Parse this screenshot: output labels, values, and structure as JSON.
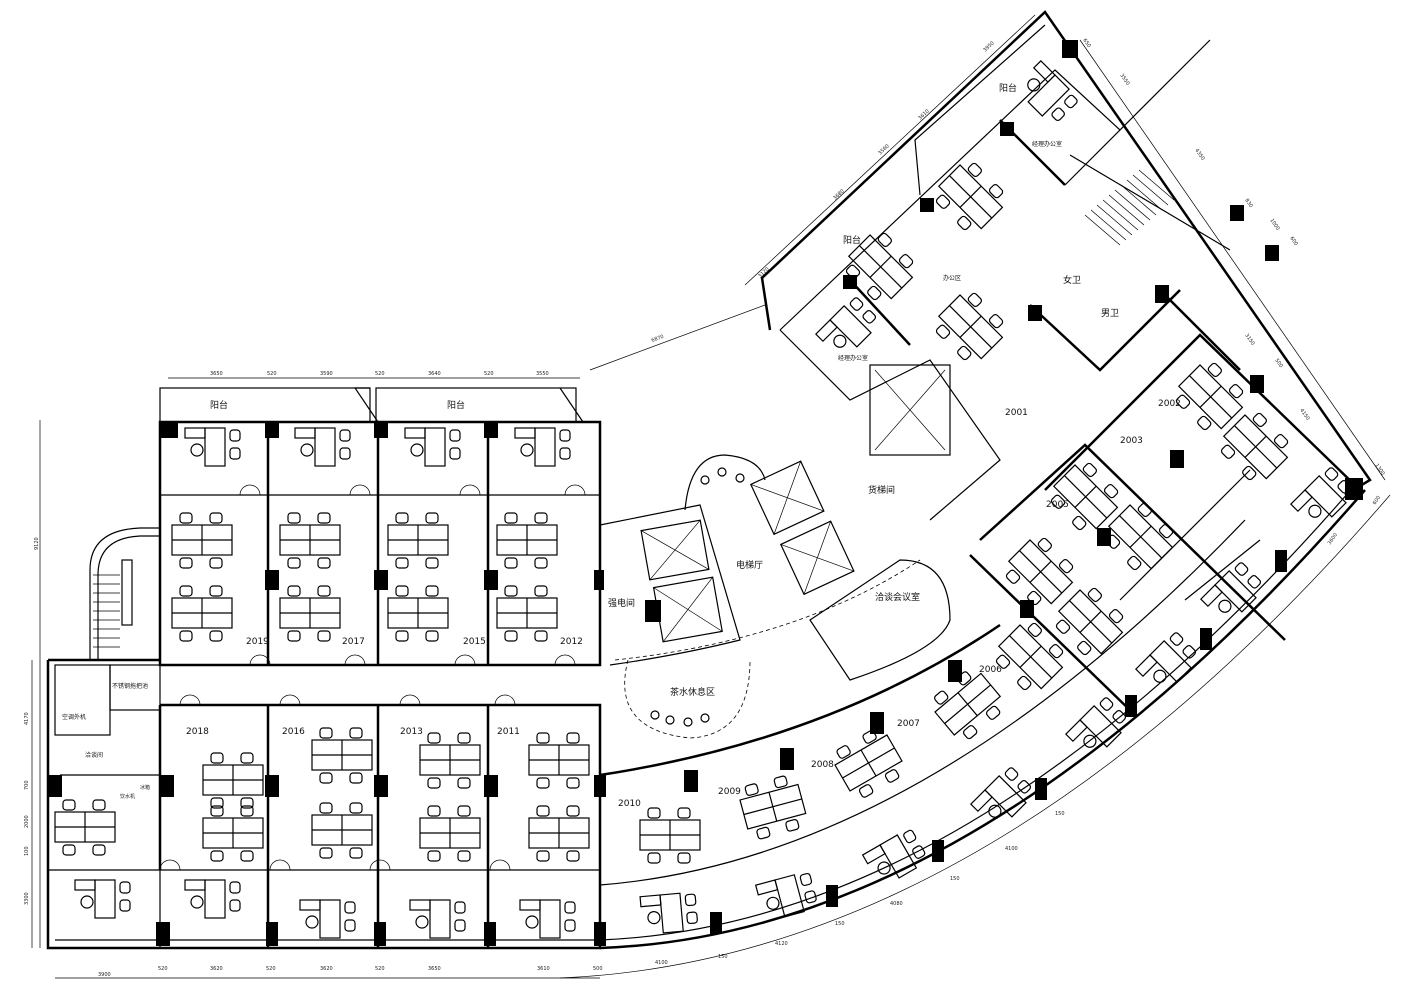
{
  "rooms": {
    "balcony": "阳台",
    "manager_office": "经理办公室",
    "office_area": "办公区",
    "female_wc": "女卫",
    "male_wc": "男卫",
    "freight_elevator": "货梯间",
    "elevator_hall": "电梯厅",
    "electrical_room": "强电间",
    "tea_lounge": "茶水休息区",
    "meeting_room": "洽谈会议室",
    "mop_sink": "不锈钢拖把池",
    "ac_unit": "空调外机",
    "negotiation_room": "洽谈间",
    "water_dispenser": "饮水机",
    "fridge": "冰箱"
  },
  "unit_numbers": [
    "2001",
    "2002",
    "2003",
    "2005",
    "2006",
    "2007",
    "2008",
    "2009",
    "2010",
    "2011",
    "2012",
    "2013",
    "2015",
    "2016",
    "2017",
    "2018",
    "2019"
  ],
  "dimensions": {
    "top": [
      "3650",
      "520",
      "3590",
      "520",
      "3640",
      "520",
      "3550"
    ],
    "bottom": [
      "3900",
      "520",
      "3620",
      "520",
      "3620",
      "520",
      "3650",
      "3610",
      "500",
      "4100",
      "150",
      "4120",
      "150",
      "4080",
      "150",
      "4100",
      "150"
    ],
    "left": [
      "9120",
      "4170",
      "700",
      "2000",
      "100",
      "3300"
    ],
    "diagonal": [
      "6870",
      "3120",
      "3680",
      "3560",
      "3610",
      "3950",
      "650",
      "3550",
      "4350",
      "830",
      "1000",
      "600",
      "3150",
      "500",
      "4150",
      "1300",
      "600",
      "3600"
    ]
  }
}
